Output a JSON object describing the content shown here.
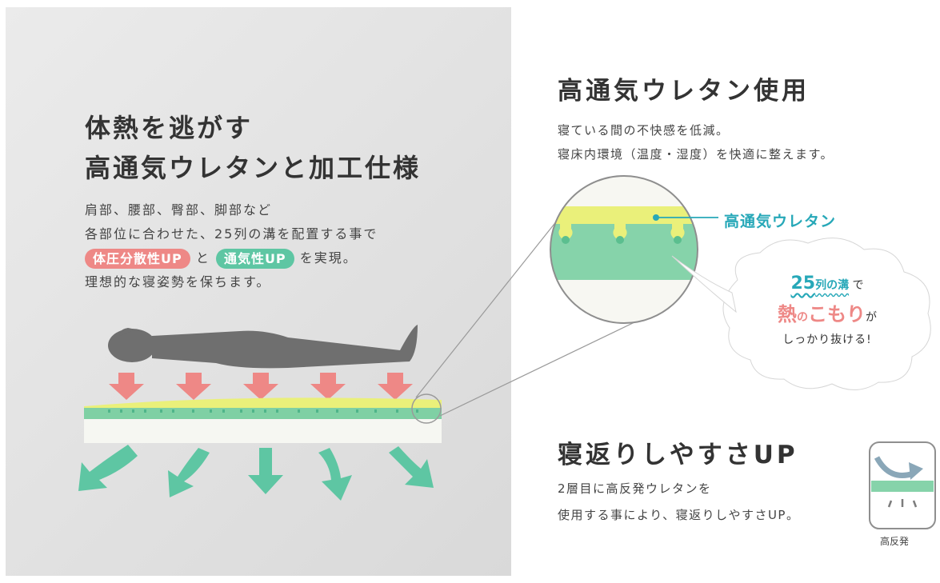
{
  "left": {
    "heading_line1": "体熱を逃がす",
    "heading_line2": "高通気ウレタンと加工仕様",
    "body_line1": "肩部、腰部、臀部、脚部など",
    "body_line2": "各部位に合わせた、25列の溝を配置する事で",
    "pill_pressure": "体圧分散性UP",
    "connector": "と",
    "pill_breath": "通気性UP",
    "body_line3_suffix": "を実現。",
    "body_line4": "理想的な寝姿勢を保ちます。"
  },
  "right": {
    "heading1": "高通気ウレタン使用",
    "body1_line1": "寝ている間の不快感を低減。",
    "body1_line2": "寝床内環境（温度・湿度）を快適に整えます。",
    "callout_label": "高通気ウレタン",
    "bubble_num": "25",
    "bubble_grooves": "列の溝",
    "bubble_de": "で",
    "bubble_heat": "熱",
    "bubble_no": "の",
    "bubble_komori": "こもり",
    "bubble_ga": "が",
    "bubble_line3": "しっかり抜ける!",
    "heading2": "寝返りしやすさUP",
    "body2_line1": "2層目に高反発ウレタンを",
    "body2_line2": "使用する事により、寝返りしやすさUP。",
    "badge_label": "高反発"
  },
  "colors": {
    "pink": "#ee8886",
    "green": "#5ec6a3",
    "teal": "#27a8b8",
    "yellow": "#eaf07a"
  }
}
